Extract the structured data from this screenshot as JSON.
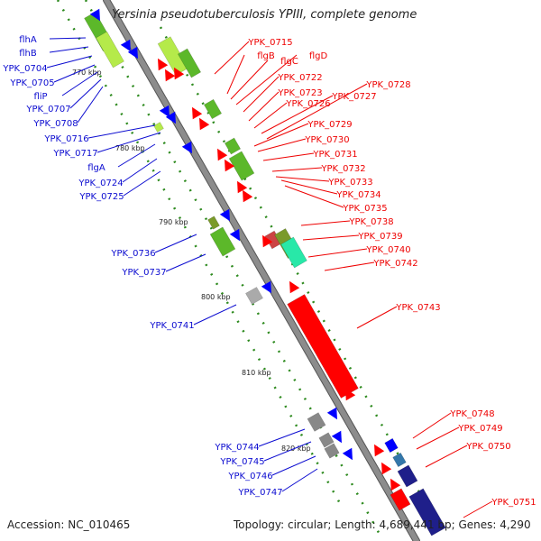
{
  "title": "Yersinia pseudotuberculosis YPIII, complete genome",
  "footer": {
    "accession": "Accession: NC_010465",
    "topology": "Topology: circular; Length: 4,689,441 bp; Genes: 4,290"
  },
  "colors": {
    "backbone": "#8c8c8c",
    "forward_label": "#0b0bd0",
    "reverse_label": "#ee0000",
    "forward_arrow": "#0000ff",
    "reverse_arrow": "#ff0000",
    "gene_green": "#5cb82a",
    "gene_lightgreen": "#b5ea4a",
    "gene_aqua": "#28e8a8",
    "gene_grey": "#888888",
    "gene_navy": "#1f1f8a",
    "tick": "#2d8a1e"
  },
  "kbp_ticks": [
    "770 kbp",
    "780 kbp",
    "790 kbp",
    "800 kbp",
    "810 kbp",
    "820 kbp"
  ],
  "forward_genes": [
    "flhA",
    "flhB",
    "YPK_0704",
    "YPK_0705",
    "fliP",
    "YPK_0707",
    "YPK_0708",
    "YPK_0716",
    "YPK_0717",
    "flgA",
    "YPK_0724",
    "YPK_0725",
    "YPK_0736",
    "YPK_0737",
    "YPK_0741",
    "YPK_0744",
    "YPK_0745",
    "YPK_0746",
    "YPK_0747"
  ],
  "reverse_genes": [
    "YPK_0715",
    "flgB",
    "flgC",
    "flgD",
    "YPK_0722",
    "YPK_0723",
    "YPK_0726",
    "YPK_0727",
    "YPK_0728",
    "YPK_0729",
    "YPK_0730",
    "YPK_0731",
    "YPK_0732",
    "YPK_0733",
    "YPK_0734",
    "YPK_0735",
    "YPK_0738",
    "YPK_0739",
    "YPK_0740",
    "YPK_0742",
    "YPK_0743",
    "YPK_0748",
    "YPK_0749",
    "YPK_0750",
    "YPK_0751"
  ]
}
